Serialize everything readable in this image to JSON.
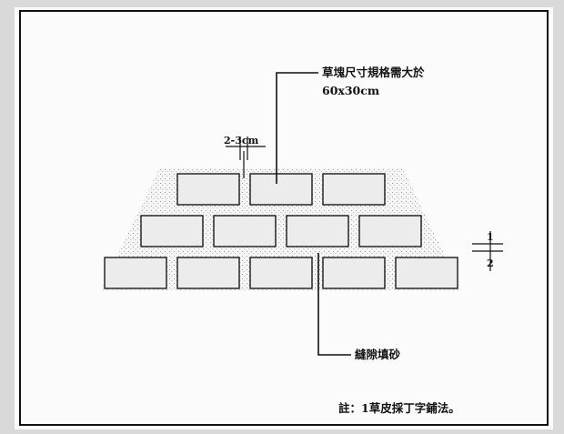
{
  "annotations": {
    "spec_line1": "草塊尺寸規格需大於",
    "spec_line2": "60x30cm",
    "joint_gap": "2-3cm",
    "side_dim_top": "1",
    "side_dim_bottom": "2",
    "sand_label": "縫隙填砂",
    "note": "註：1草皮採丁字鋪法。"
  },
  "brick_rows": [
    {
      "row": "top",
      "count": 3
    },
    {
      "row": "middle",
      "count": 4
    },
    {
      "row": "bottom",
      "count": 5
    }
  ],
  "colors": {
    "background": "#d9d9d9",
    "paper": "#fbfbfb",
    "ink": "#111111"
  }
}
